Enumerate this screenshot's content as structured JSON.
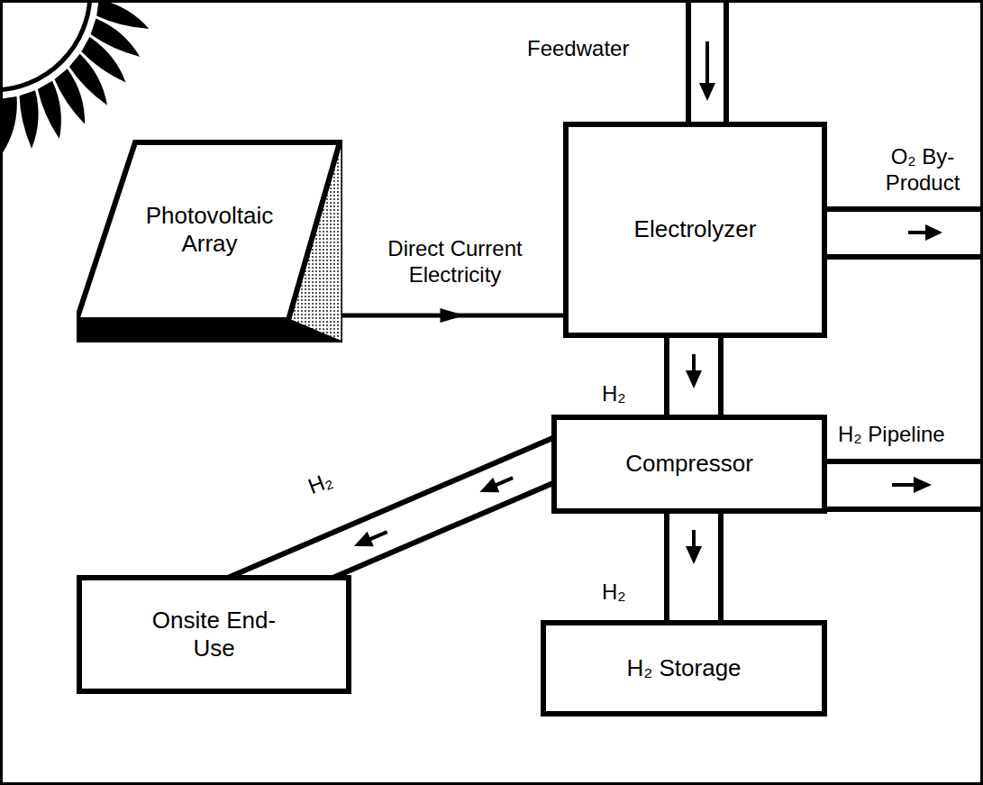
{
  "diagram": {
    "nodes": [
      {
        "text": [
          "Photovoltaic Array"
        ]
      },
      {
        "text": [
          "Electrolyzer"
        ]
      },
      {
        "text": [
          "Compressor"
        ]
      },
      {
        "text": [
          "Onsite End-Use"
        ]
      },
      {
        "text": [
          "H₂ Storage"
        ]
      }
    ],
    "edges": [
      {
        "from": 0,
        "to": 1,
        "arrow": "to",
        "label": "Direct Current Electricity"
      },
      {
        "from": 1,
        "to": 2,
        "arrow": "to",
        "label": "H₂"
      },
      {
        "from": 2,
        "to": 3,
        "arrow": "to",
        "label": "H₂"
      },
      {
        "from": 2,
        "to": 4,
        "arrow": "to",
        "label": "H₂"
      }
    ],
    "labels": [
      "Feedwater",
      "O₂ By-Product",
      "H₂ Pipeline"
    ]
  }
}
